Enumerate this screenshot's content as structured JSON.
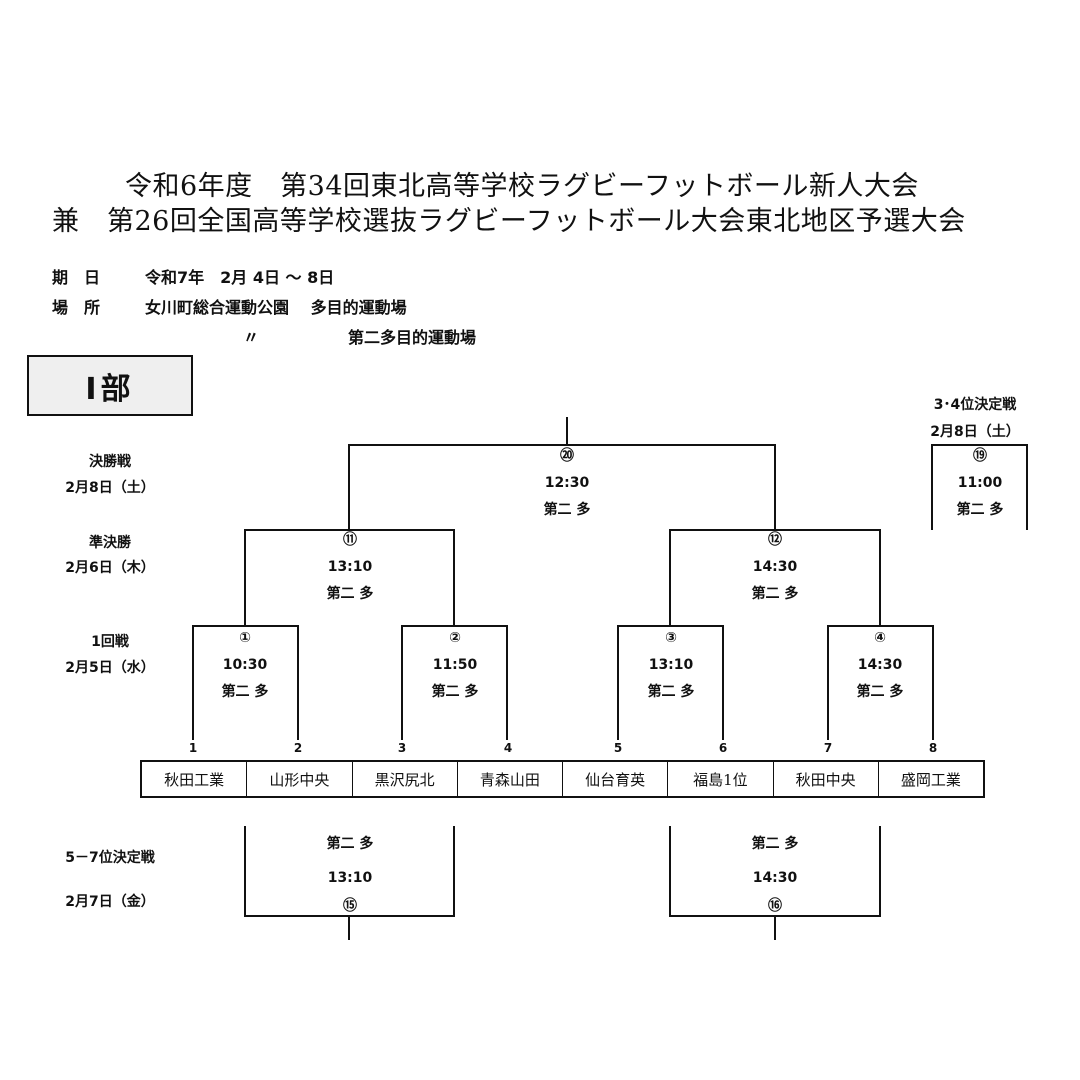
{
  "title": {
    "line1": "令和6年度　第34回東北高等学校ラグビーフットボール新人大会",
    "line2": "兼　第26回全国高等学校選抜ラグビーフットボール大会東北地区予選大会"
  },
  "info": {
    "date_label": "期　日",
    "date_value": "令和7年　2月 4日 ～ 8日",
    "venue_label": "場　所",
    "venue_value1": "女川町総合運動公園　 多目的運動場",
    "ditto": "〃",
    "venue_value2": "第二多目的運動場"
  },
  "part_label": "Ⅰ部",
  "rounds": {
    "final": {
      "name": "決勝戦",
      "date": "2月8日（土）"
    },
    "semi": {
      "name": "準決勝",
      "date": "2月6日（木）"
    },
    "first": {
      "name": "1回戦",
      "date": "2月5日（水）"
    },
    "placement57": {
      "name": "5－7位決定戦",
      "date": "2月7日（金）"
    },
    "third": {
      "name": "3･4位決定戦",
      "date": "2月8日（土）"
    }
  },
  "matches": {
    "m1": {
      "no": "①",
      "time": "10:30",
      "venue": "第二 多"
    },
    "m2": {
      "no": "②",
      "time": "11:50",
      "venue": "第二 多"
    },
    "m3": {
      "no": "③",
      "time": "13:10",
      "venue": "第二 多"
    },
    "m4": {
      "no": "④",
      "time": "14:30",
      "venue": "第二 多"
    },
    "m11": {
      "no": "⑪",
      "time": "13:10",
      "venue": "第二 多"
    },
    "m12": {
      "no": "⑫",
      "time": "14:30",
      "venue": "第二 多"
    },
    "m20": {
      "no": "⑳",
      "time": "12:30",
      "venue": "第二 多"
    },
    "m19": {
      "no": "⑲",
      "time": "11:00",
      "venue": "第二 多"
    },
    "m15": {
      "no": "⑮",
      "time": "13:10",
      "venue": "第二 多"
    },
    "m16": {
      "no": "⑯",
      "time": "14:30",
      "venue": "第二 多"
    }
  },
  "seeds": [
    "1",
    "2",
    "3",
    "4",
    "5",
    "6",
    "7",
    "8"
  ],
  "teams": [
    "秋田工業",
    "山形中央",
    "黒沢尻北",
    "青森山田",
    "仙台育英",
    "福島1位",
    "秋田中央",
    "盛岡工業"
  ]
}
